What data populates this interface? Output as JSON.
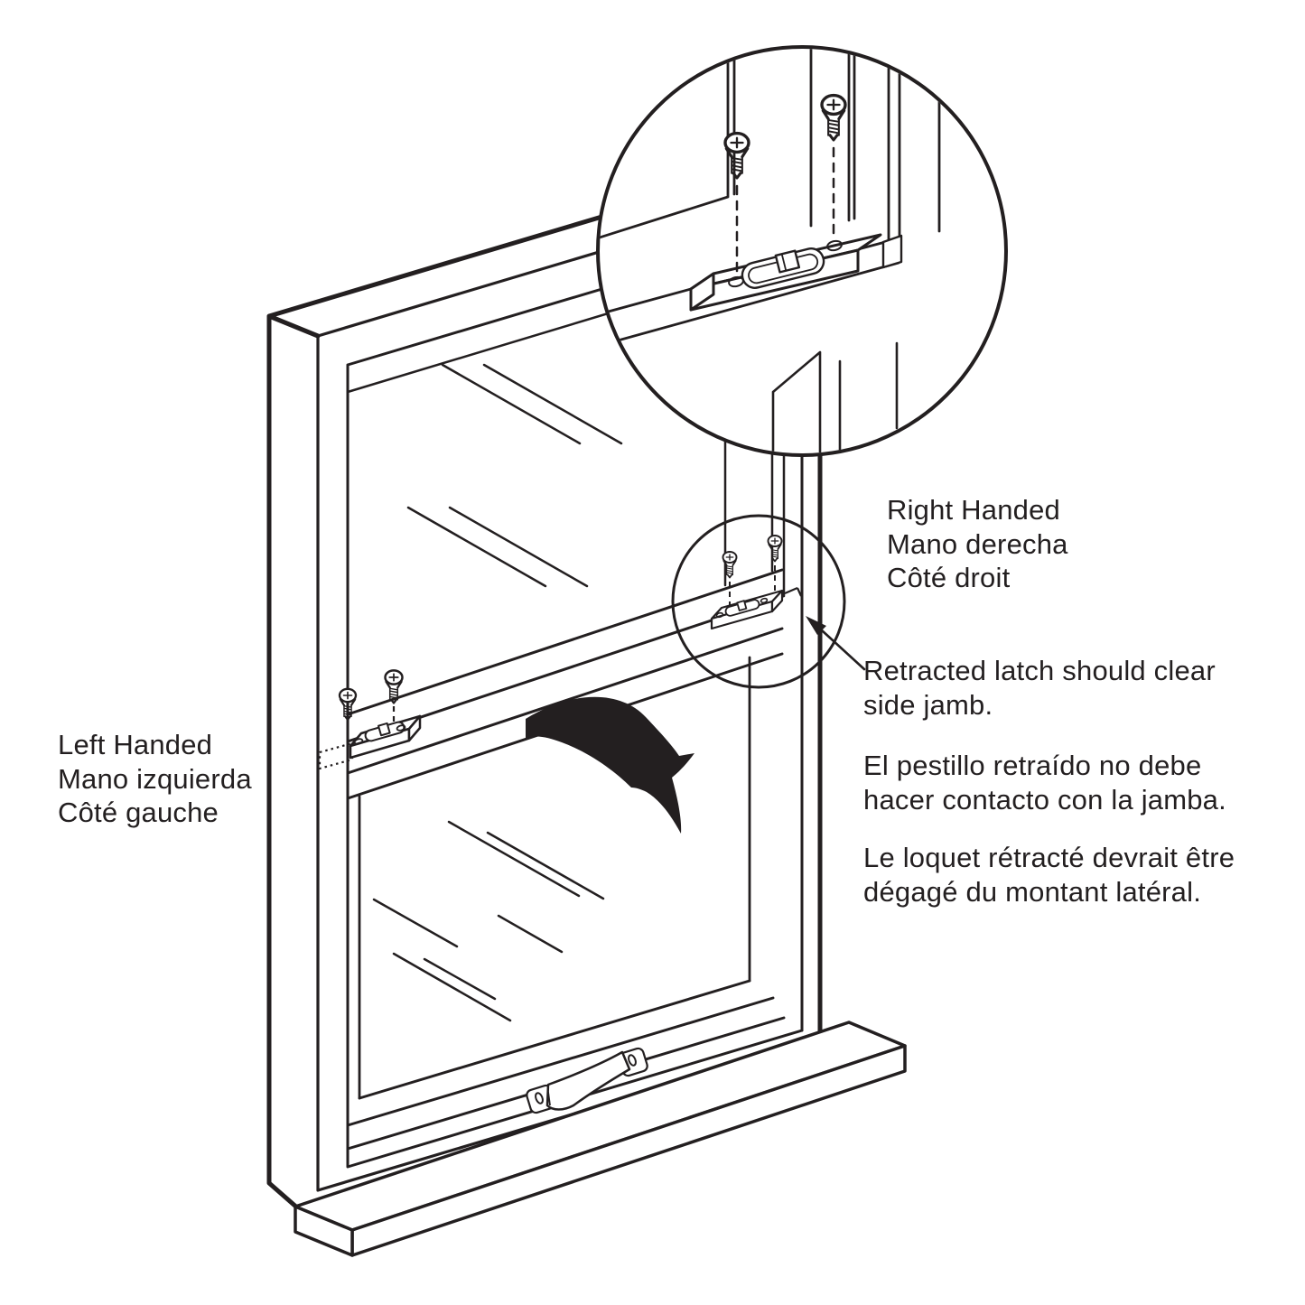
{
  "colors": {
    "ink": "#231f20",
    "paper": "#ffffff"
  },
  "labels": {
    "left_handed": {
      "en": "Left Handed",
      "es": "Mano izquierda",
      "fr": "Côté gauche"
    },
    "right_handed": {
      "en": "Right Handed",
      "es": "Mano derecha",
      "fr": "Côté droit"
    },
    "note_en": {
      "line1": "Retracted latch should clear",
      "line2": "side jamb."
    },
    "note_es": {
      "line1": "El pestillo retraído no debe",
      "line2": "hacer contacto con la jamba."
    },
    "note_fr": {
      "line1": "Le loquet rétracté devrait être",
      "line2": "dégagé du montant latéral."
    }
  },
  "diagram": {
    "subject": "double-hung window tilt-latch installation",
    "icons": {
      "screw": "screw-icon",
      "tilt_direction": "curved-arrow-icon",
      "detail_callout": "magnifier-circle-icon",
      "pointer": "leader-arrow-icon"
    }
  }
}
